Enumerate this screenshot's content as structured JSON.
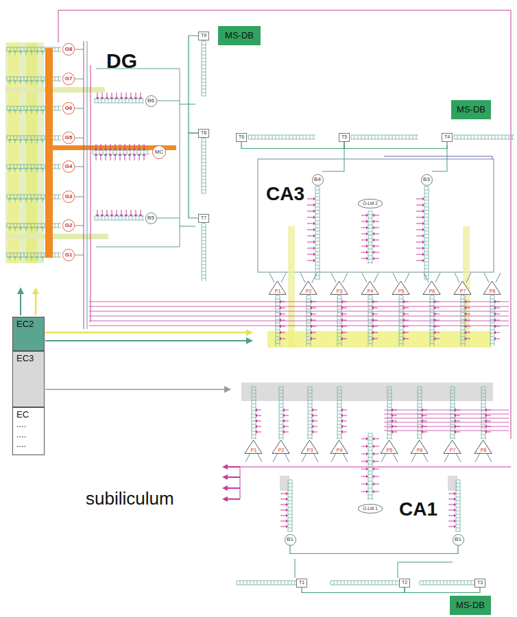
{
  "diagram": {
    "nodes": [
      {
        "text": [
          "G8"
        ]
      },
      {
        "text": [
          "G7"
        ]
      },
      {
        "text": [
          "G6"
        ]
      },
      {
        "text": [
          "G5"
        ]
      },
      {
        "text": [
          "G4"
        ]
      },
      {
        "text": [
          "G3"
        ]
      },
      {
        "text": [
          "G2"
        ]
      },
      {
        "text": [
          "G1"
        ]
      },
      {
        "text": [
          "B6"
        ]
      },
      {
        "text": [
          "MC"
        ]
      },
      {
        "text": [
          "B5"
        ]
      },
      {
        "text": [
          "T9"
        ]
      },
      {
        "text": [
          "T8"
        ]
      },
      {
        "text": [
          "T7"
        ]
      },
      {
        "text": [
          "MS-DB"
        ]
      },
      {
        "text": [
          "MS-DB"
        ]
      },
      {
        "text": [
          "T6"
        ]
      },
      {
        "text": [
          "T5"
        ]
      },
      {
        "text": [
          "T4"
        ]
      },
      {
        "text": [
          "B4"
        ]
      },
      {
        "text": [
          "O-LM 2"
        ]
      },
      {
        "text": [
          "B3"
        ]
      },
      {
        "text": [
          "P1"
        ]
      },
      {
        "text": [
          "P2"
        ]
      },
      {
        "text": [
          "P3"
        ]
      },
      {
        "text": [
          "P4"
        ]
      },
      {
        "text": [
          "P5"
        ]
      },
      {
        "text": [
          "P6"
        ]
      },
      {
        "text": [
          "P7"
        ]
      },
      {
        "text": [
          "P8"
        ]
      },
      {
        "text": [
          "EC2"
        ]
      },
      {
        "text": [
          "EC3"
        ]
      },
      {
        "text": [
          "EC",
          "....",
          "....",
          "...."
        ]
      },
      {
        "text": [
          "P1"
        ]
      },
      {
        "text": [
          "P2"
        ]
      },
      {
        "text": [
          "P3"
        ]
      },
      {
        "text": [
          "P4"
        ]
      },
      {
        "text": [
          "P5"
        ]
      },
      {
        "text": [
          "P6"
        ]
      },
      {
        "text": [
          "P7"
        ]
      },
      {
        "text": [
          "P8"
        ]
      },
      {
        "text": [
          "O-LM 1"
        ]
      },
      {
        "text": [
          "B1"
        ]
      },
      {
        "text": [
          "B1"
        ]
      },
      {
        "text": [
          "T1"
        ]
      },
      {
        "text": [
          "T2"
        ]
      },
      {
        "text": [
          "T3"
        ]
      },
      {
        "text": [
          "MS-DB"
        ]
      }
    ],
    "edges": [
      {
        "from": 11,
        "to": 12,
        "arrow": "none"
      },
      {
        "from": 12,
        "to": 13,
        "arrow": "none"
      },
      {
        "from": 16,
        "to": 17,
        "arrow": "none"
      },
      {
        "from": 17,
        "to": 18,
        "arrow": "none"
      },
      {
        "from": 42,
        "to": 43,
        "arrow": "none"
      },
      {
        "from": 44,
        "to": 45,
        "arrow": "none"
      },
      {
        "from": 45,
        "to": 46,
        "arrow": "none"
      }
    ],
    "labels": [
      "DG",
      "CA3",
      "CA1",
      "subiliculum"
    ]
  }
}
